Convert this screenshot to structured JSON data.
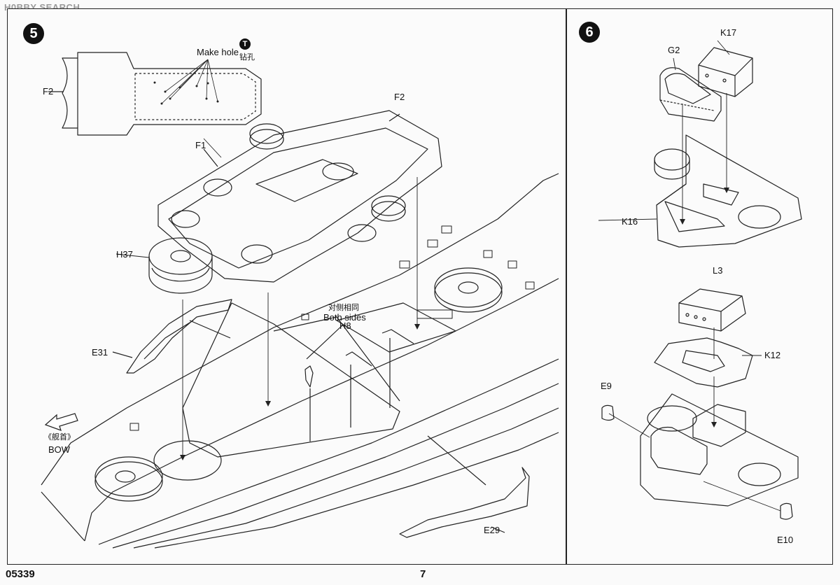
{
  "watermark": "H0BBY SEARCH",
  "footer": {
    "code": "05339",
    "page_number": "7"
  },
  "step5": {
    "number": "5",
    "make_hole": "Make hole",
    "tool_badge": "T",
    "drill_cn": "钻孔",
    "both_sides_cn": "对侧相同",
    "both_sides": "Both sides",
    "bow_cn": "《舰首》",
    "bow": "BOW",
    "parts": {
      "f2_top": "F2",
      "f2": "F2",
      "f1": "F1",
      "h37": "H37",
      "e31": "E31",
      "h8": "H8",
      "e29": "E29"
    }
  },
  "step6": {
    "number": "6",
    "parts": {
      "k17": "K17",
      "g2": "G2",
      "k16": "K16",
      "l3": "L3",
      "k12": "K12",
      "e9": "E9",
      "e10": "E10"
    }
  },
  "icons": [
    "arrow-bow-icon"
  ]
}
